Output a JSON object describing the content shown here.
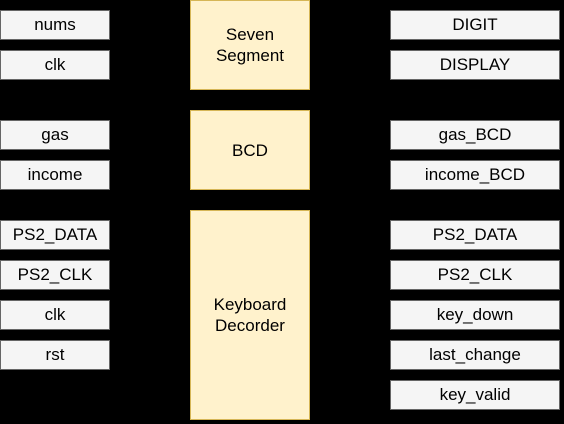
{
  "modules": {
    "seven_segment": {
      "label": "Seven\nSegment",
      "inputs": [
        "nums",
        "clk"
      ],
      "outputs": [
        "DIGIT",
        "DISPLAY"
      ]
    },
    "bcd": {
      "label": "BCD",
      "inputs": [
        "gas",
        "income"
      ],
      "outputs": [
        "gas_BCD",
        "income_BCD"
      ]
    },
    "keyboard_decorder": {
      "label": "Keyboard\nDecorder",
      "inputs": [
        "PS2_DATA",
        "PS2_CLK",
        "clk",
        "rst"
      ],
      "outputs": [
        "PS2_DATA",
        "PS2_CLK",
        "key_down",
        "last_change",
        "key_valid"
      ]
    }
  },
  "colors": {
    "background": "#000000",
    "module_fill": "#fff2cc",
    "module_stroke": "#d6b656",
    "port_fill": "#f5f5f5",
    "port_stroke": "#666666"
  }
}
